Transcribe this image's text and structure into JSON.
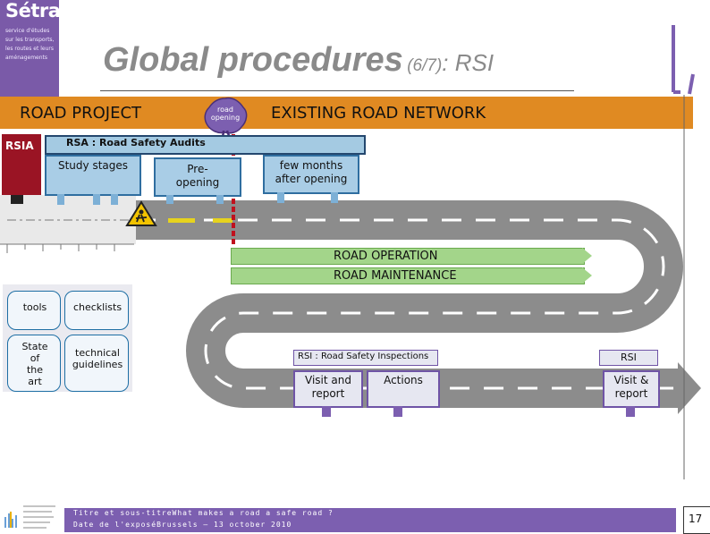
{
  "logo": {
    "name": "Sétra",
    "tagline": [
      "service d'études",
      "sur les transports,",
      "les routes et leurs",
      "aménagements"
    ]
  },
  "title": {
    "main": "Global procedures",
    "fraction": "(6/7)",
    "suffix": ": RSI"
  },
  "band": {
    "left_label": "ROAD PROJECT",
    "right_label": "EXISTING ROAD NETWORK",
    "badge": [
      "road",
      "opening"
    ]
  },
  "rsia": "RSIA",
  "rsa": {
    "label": "RSA : Road Safety Audits",
    "stages": [
      {
        "text": "Study stages"
      },
      {
        "text": "Pre-\nopening"
      },
      {
        "text": "few months\nafter opening"
      }
    ]
  },
  "operations": {
    "operation": "ROAD OPERATION",
    "maintenance": "ROAD MAINTENANCE"
  },
  "resources": {
    "tools": "tools",
    "checklists": "checklists",
    "state": "State\nof\nthe\nart",
    "technical": "technical\nguidelines"
  },
  "rsi": {
    "inspections_label": "RSI : Road Safety Inspections",
    "visit": "Visit and\nreport",
    "actions": "Actions",
    "rsi_tag": "RSI",
    "visit_report": "Visit &\nreport"
  },
  "footer": {
    "line1": "Titre et sous-titreWhat makes a road a safe road ?",
    "line2": "Date de l'exposéBrussels – 13 october 2010",
    "page": "17"
  },
  "colors": {
    "purple": "#7c5fb0",
    "orange": "#e08a22",
    "road": "#8c8c8c",
    "green": "#a3d58a",
    "rsia": "#9a1424",
    "box_blue": "#a9cde6"
  }
}
